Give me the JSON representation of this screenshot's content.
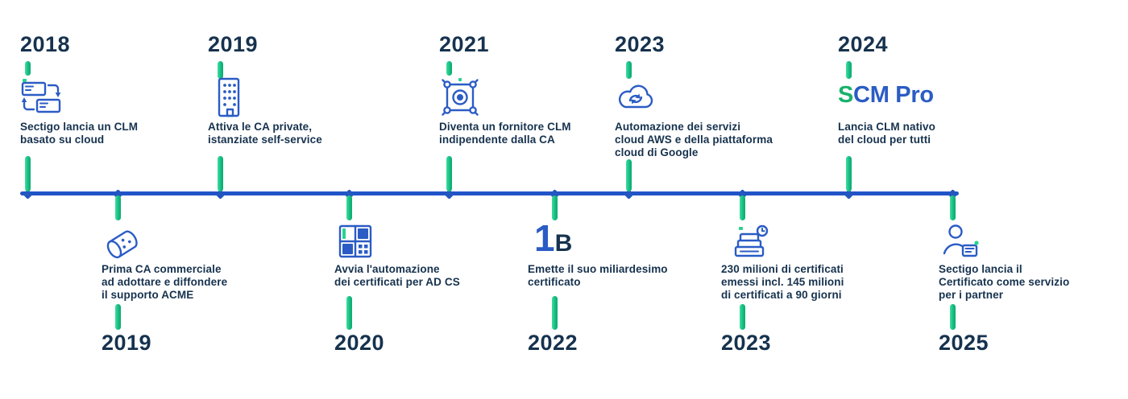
{
  "timeline": {
    "colors": {
      "line_blue": "#2154c8",
      "icon_blue": "#2b5cc5",
      "accent_green": "#2bd28f",
      "accent_green_dark": "#0fa873",
      "text_navy": "#16324e"
    },
    "top_items": [
      {
        "year": "2018",
        "icon": "clm-sync-icon",
        "text": "Sectigo lancia un CLM\nbasato su cloud"
      },
      {
        "year": "2019",
        "icon": "private-ca-building-icon",
        "text": "Attiva le CA private,\nistanziate self-service"
      },
      {
        "year": "2021",
        "icon": "ca-agnostic-chip-icon",
        "text": "Diventa un fornitore CLM\nindipendente dalla CA"
      },
      {
        "year": "2023",
        "icon": "cloud-automation-icon",
        "text": "Automazione dei servizi\ncloud AWS e della piattaforma\ncloud di Google"
      },
      {
        "year": "2024",
        "icon": "scm-pro-logo",
        "logo": {
          "s": "S",
          "rest": "CM Pro"
        },
        "text": "Lancia CLM nativo\ndel cloud per tutti"
      }
    ],
    "bottom_items": [
      {
        "year": "2019",
        "icon": "acme-scroll-icon",
        "text": "Prima CA commerciale\nad adottare e diffondere\nil supporto ACME"
      },
      {
        "year": "2020",
        "icon": "adcs-window-icon",
        "text": "Avvia l'automazione\ndei certificati per AD CS"
      },
      {
        "year": "2022",
        "icon": "one-billion-badge",
        "badge": {
          "big": "1",
          "small": "B"
        },
        "text": "Emette il suo miliardesimo\ncertificato"
      },
      {
        "year": "2023",
        "icon": "certificates-stack-icon",
        "text": "230 milioni di certificati\nemessi incl. 145 milioni\ndi certificati a 90 giorni"
      },
      {
        "year": "2025",
        "icon": "partner-caas-icon",
        "text": "Sectigo lancia il\nCertificato come servizio\nper i partner"
      }
    ]
  }
}
